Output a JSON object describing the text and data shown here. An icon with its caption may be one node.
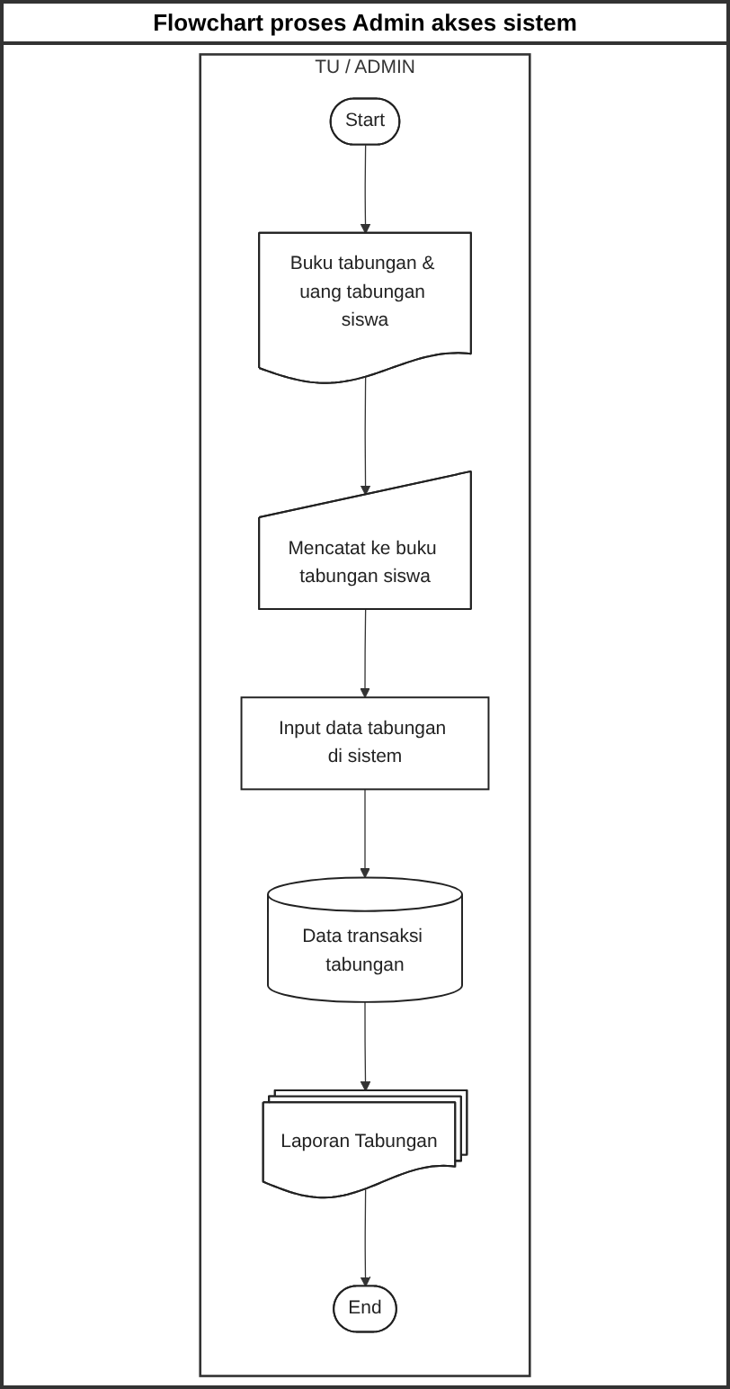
{
  "diagram": {
    "title": "Flowchart proses Admin akses sistem",
    "nodes": [
      {
        "text": [
          "TU / ADMIN"
        ]
      },
      {
        "text": [
          "Start"
        ],
        "in": 0
      },
      {
        "text": [
          "Buku tabungan & uang tabungan siswa"
        ],
        "in": 0
      },
      {
        "text": [
          "Mencatat ke buku tabungan siswa"
        ],
        "in": 0
      },
      {
        "text": [
          "Input data tabungan di sistem"
        ],
        "in": 0
      },
      {
        "text": [
          "Data transaksi tabungan"
        ],
        "in": 0
      },
      {
        "text": [
          "Laporan Tabungan"
        ],
        "in": 0
      },
      {
        "text": [
          "End"
        ],
        "in": 0
      }
    ],
    "edges": [
      {
        "from": 1,
        "to": 2,
        "arrow": "to"
      },
      {
        "from": 2,
        "to": 3,
        "arrow": "to"
      },
      {
        "from": 3,
        "to": 4,
        "arrow": "to"
      },
      {
        "from": 4,
        "to": 5,
        "arrow": "to"
      },
      {
        "from": 5,
        "to": 6,
        "arrow": "to"
      },
      {
        "from": 6,
        "to": 7,
        "arrow": "to"
      }
    ]
  }
}
